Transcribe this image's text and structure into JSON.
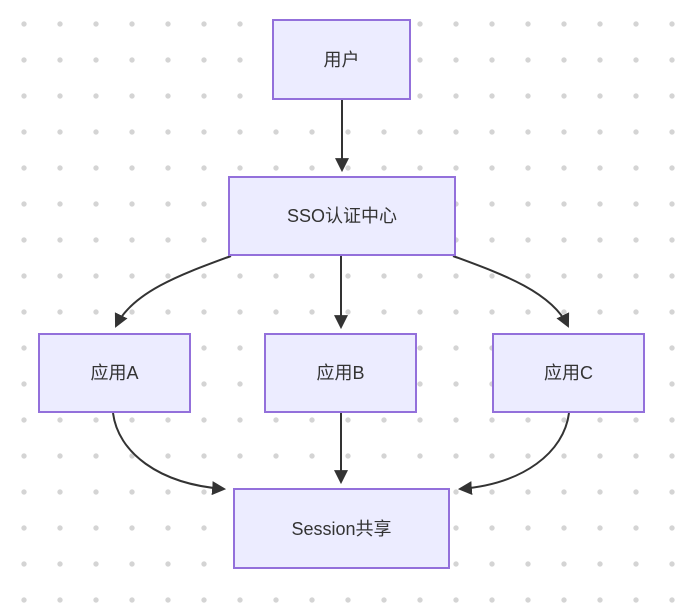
{
  "diagram": {
    "nodes": [
      {
        "id": "user",
        "label": "用户"
      },
      {
        "id": "sso",
        "label": "SSO认证中心"
      },
      {
        "id": "appA",
        "label": "应用A"
      },
      {
        "id": "appB",
        "label": "应用B"
      },
      {
        "id": "appC",
        "label": "应用C"
      },
      {
        "id": "session",
        "label": "Session共享"
      }
    ],
    "edges": [
      {
        "from": "user",
        "to": "sso"
      },
      {
        "from": "sso",
        "to": "appA"
      },
      {
        "from": "sso",
        "to": "appB"
      },
      {
        "from": "sso",
        "to": "appC"
      },
      {
        "from": "appA",
        "to": "session"
      },
      {
        "from": "appB",
        "to": "session"
      },
      {
        "from": "appC",
        "to": "session"
      }
    ]
  },
  "theme": {
    "node_fill": "#ECECFF",
    "node_border": "#9370DB",
    "edge_color": "#333333",
    "text_color": "#333333",
    "background": "#ffffff",
    "dot_color": "#d4d4d4"
  }
}
